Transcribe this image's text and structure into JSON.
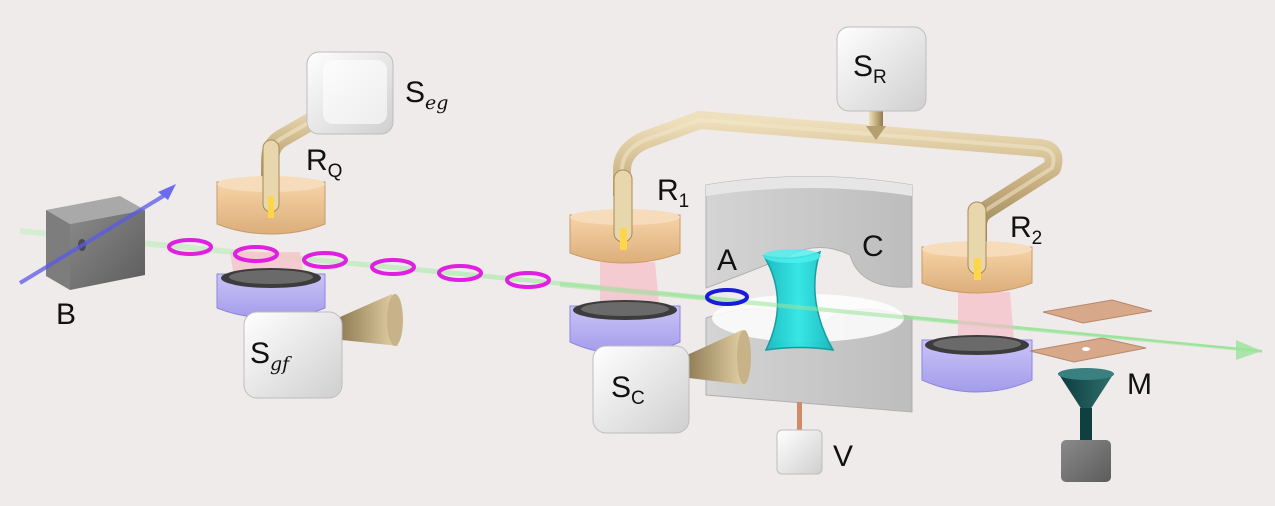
{
  "labels": {
    "B": {
      "main": "B",
      "sub": ""
    },
    "S_eg": {
      "main": "S",
      "sub": "eg"
    },
    "R_Q": {
      "main": "R",
      "sub": "Q"
    },
    "S_gf": {
      "main": "S",
      "sub": "gf"
    },
    "R_1": {
      "main": "R",
      "sub": "1"
    },
    "A": {
      "main": "A",
      "sub": ""
    },
    "S_R": {
      "main": "S",
      "sub": "R"
    },
    "C": {
      "main": "C",
      "sub": ""
    },
    "R_2": {
      "main": "R",
      "sub": "2"
    },
    "S_C": {
      "main": "S",
      "sub": "C"
    },
    "V": {
      "main": "V",
      "sub": ""
    },
    "M": {
      "main": "M",
      "sub": ""
    }
  },
  "colors": {
    "background": "#efebeb",
    "beam": "#9be39b",
    "atom_rings": "#e020e0",
    "probe_atom": "#1a1adc",
    "cavity_mode": "#19d3d3",
    "mirror": "#cfcfcf",
    "pipe": "#c9b48a",
    "zone_top": "#f2c99a",
    "zone_bottom": "#b9b3f2",
    "detector_plate": "#d8a88a",
    "source_box": "#f2f2f2"
  }
}
